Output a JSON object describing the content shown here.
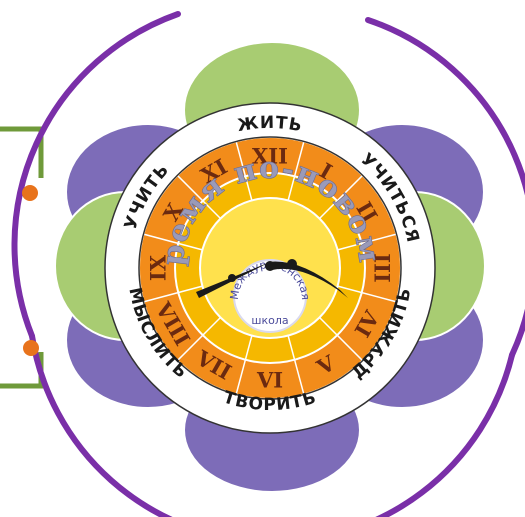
{
  "ring_words": {
    "top": "ЖИТЬ",
    "upper_right": "УЧИТЬСЯ",
    "lower_right": "ДРУЖИТЬ",
    "bottom": "ТВОРИТЬ",
    "lower_left": "МЫСЛИТЬ",
    "upper_left": "УЧИТЬ"
  },
  "numerals": [
    "XII",
    "I",
    "II",
    "III",
    "IV",
    "V",
    "VI",
    "VII",
    "VIII",
    "IX",
    "X",
    "XI"
  ],
  "motto": "Время по-новому",
  "school": {
    "line1": "Междуреченская",
    "line2": "школа"
  },
  "colors": {
    "arc": "#7a2fa8",
    "bullet": "#e8731c",
    "bracket": "#6f9a3a",
    "petal_purple": "#7d6cb8",
    "petal_green": "#a8cc72",
    "numeral_ring": "#f28c1a",
    "inner_gold": "#f5b800",
    "inner_yellow": "#ffe14d"
  }
}
